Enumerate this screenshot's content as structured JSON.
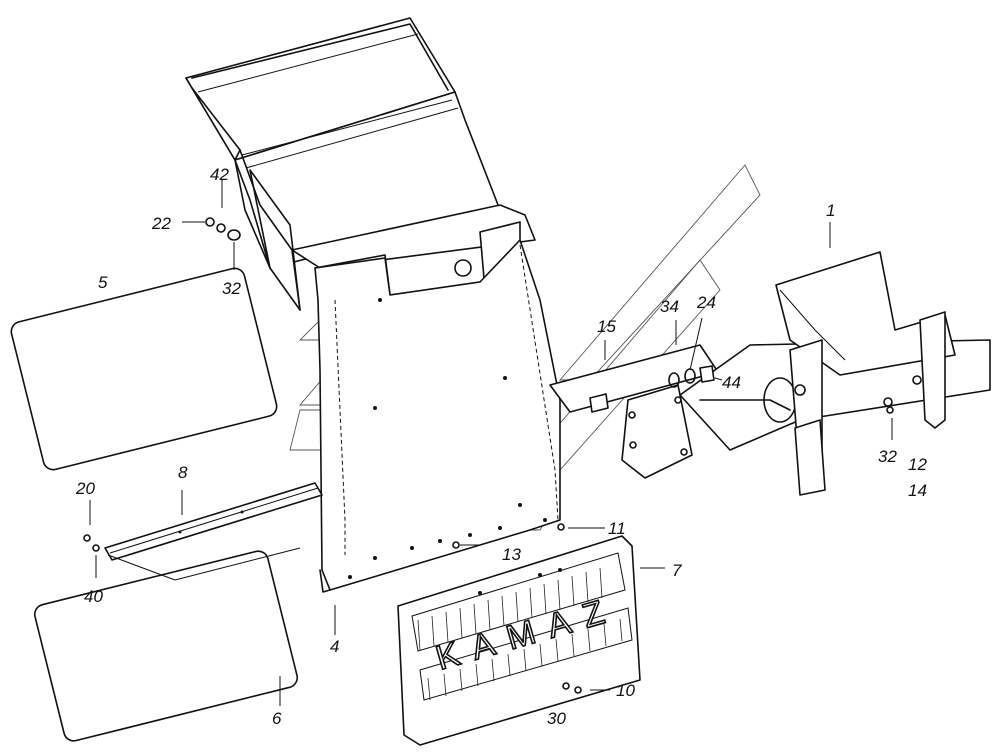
{
  "diagram": {
    "callouts": [
      {
        "id": "c1",
        "text": "1"
      },
      {
        "id": "c4",
        "text": "4"
      },
      {
        "id": "c5",
        "text": "5"
      },
      {
        "id": "c6",
        "text": "6"
      },
      {
        "id": "c7",
        "text": "7"
      },
      {
        "id": "c8",
        "text": "8"
      },
      {
        "id": "c10",
        "text": "10"
      },
      {
        "id": "c11",
        "text": "11"
      },
      {
        "id": "c12",
        "text": "12"
      },
      {
        "id": "c13",
        "text": "13"
      },
      {
        "id": "c14",
        "text": "14"
      },
      {
        "id": "c15",
        "text": "15"
      },
      {
        "id": "c20",
        "text": "20"
      },
      {
        "id": "c22",
        "text": "22"
      },
      {
        "id": "c24",
        "text": "24"
      },
      {
        "id": "c30",
        "text": "30"
      },
      {
        "id": "c32a",
        "text": "32"
      },
      {
        "id": "c32b",
        "text": "32"
      },
      {
        "id": "c34",
        "text": "34"
      },
      {
        "id": "c40",
        "text": "40"
      },
      {
        "id": "c42",
        "text": "42"
      },
      {
        "id": "c44",
        "text": "44"
      }
    ],
    "mudflap_logo": "KAMAZ"
  }
}
